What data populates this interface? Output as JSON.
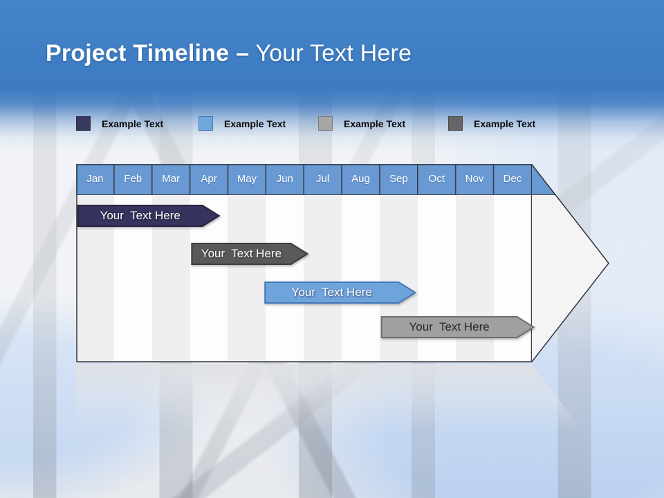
{
  "header": {
    "title_bold": "Project Timeline",
    "title_dash": "–",
    "title_rest": "Your Text Here",
    "band_color": "#3d7ac2"
  },
  "legend": {
    "items": [
      {
        "label": "Example Text",
        "swatch": "navy-square",
        "color": "#39395f",
        "border": "#2b2b4a"
      },
      {
        "label": "Example Text",
        "swatch": "blue-square",
        "color": "#6fa8dc",
        "border": "#4579b8"
      },
      {
        "label": "Example Text",
        "swatch": "gray-square",
        "color": "#a6a6a6",
        "border": "#7a7a7a"
      },
      {
        "label": "Example Text",
        "swatch": "darkgray-square",
        "color": "#666666",
        "border": "#4a4a4a"
      }
    ]
  },
  "timeline": {
    "months": [
      "Jan",
      "Feb",
      "Mar",
      "Apr",
      "May",
      "Jun",
      "Jul",
      "Aug",
      "Sep",
      "Oct",
      "Nov",
      "Dec"
    ],
    "header_color": "#6899d3",
    "column_colors": [
      "#efeff1",
      "#fdfdfd"
    ],
    "arrow_interior_color": "#f4f4f5",
    "outline_color": "#2f3338",
    "bars": [
      {
        "label": "Your  Text Here",
        "start_month": 0.05,
        "end_month": 3.33,
        "row": 0,
        "fill": "#34345e",
        "border": "#23233f",
        "text_color": "#ffffff"
      },
      {
        "label": "Your  Text Here",
        "start_month": 3.05,
        "end_month": 5.66,
        "row": 1,
        "fill": "#595959",
        "border": "#3c3c3c",
        "text_color": "#ffffff"
      },
      {
        "label": "Your  Text Here",
        "start_month": 4.98,
        "end_month": 8.5,
        "row": 2,
        "fill": "#6fa3dc",
        "border": "#4579b8",
        "text_color": "#ffffff"
      },
      {
        "label": "Your  Text Here",
        "start_month": 8.05,
        "end_month": 11.62,
        "row": 3,
        "fill": "#a0a0a0",
        "border": "#6e6e6e",
        "text_color": "#262626"
      }
    ]
  }
}
